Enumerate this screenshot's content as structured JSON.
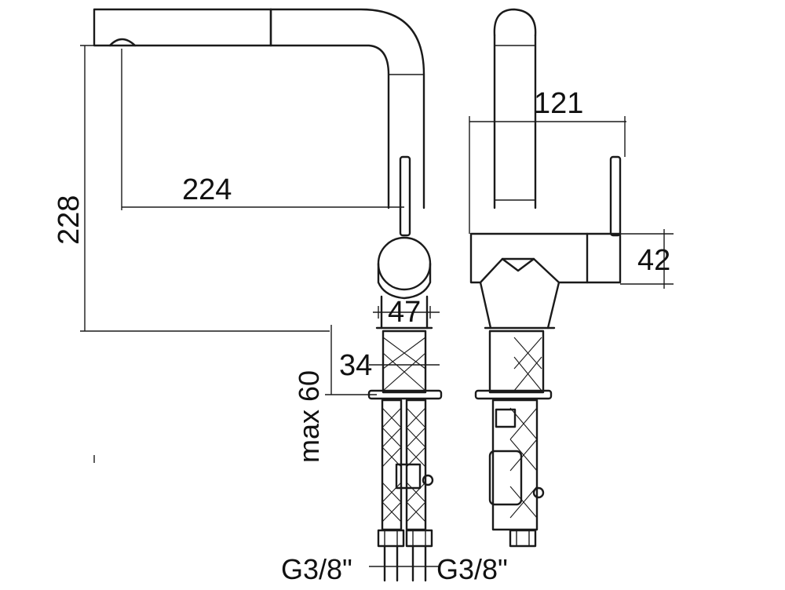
{
  "dimensions": {
    "height_total": "228",
    "spout_reach": "224",
    "body_diameter": "47",
    "shank_diameter": "34",
    "max_mount": "max 60",
    "side_depth": "121",
    "lever_height": "42",
    "thread_left": "G3/8\"",
    "thread_right": "G3/8\""
  },
  "colors": {
    "line": "#1a1a1a",
    "background": "#ffffff"
  }
}
